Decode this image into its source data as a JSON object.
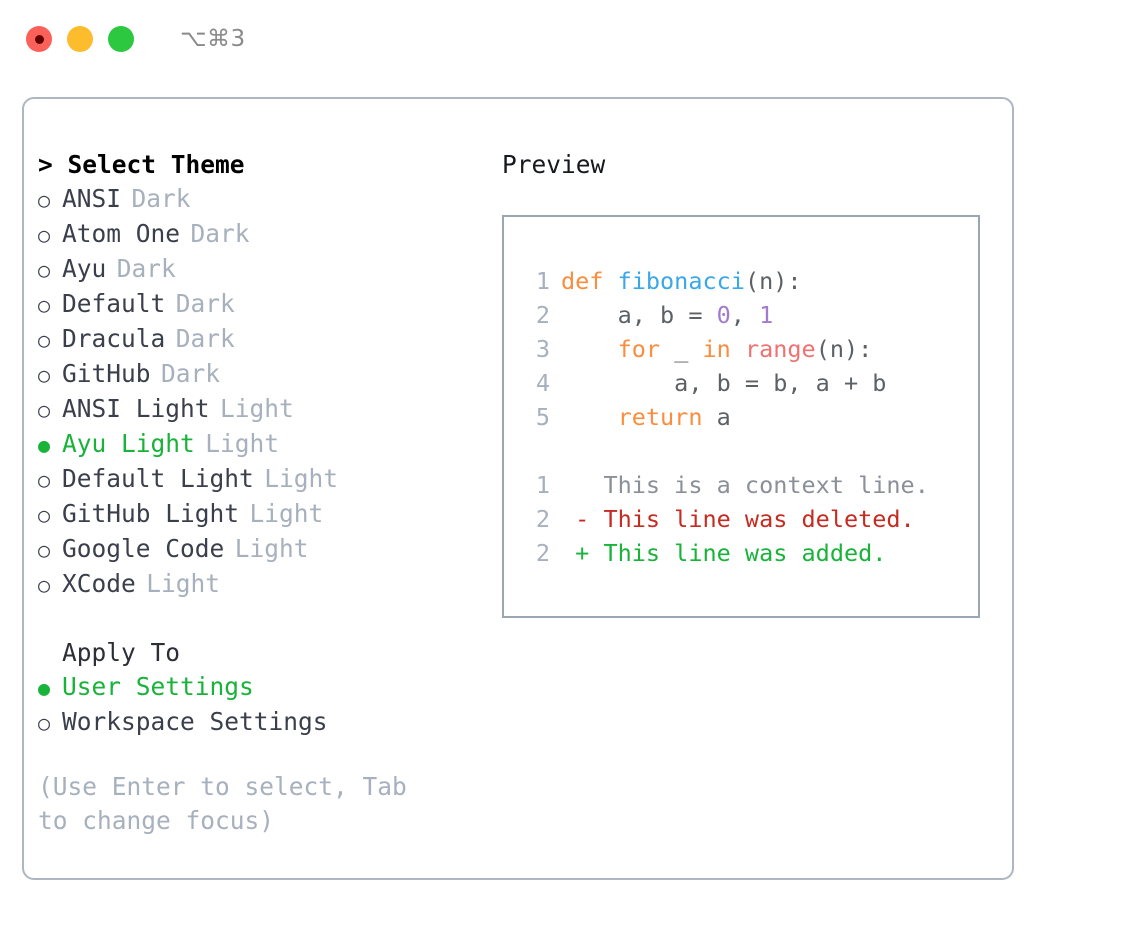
{
  "titlebar": {
    "shortcut": "⌥⌘3",
    "buttons": [
      {
        "name": "close",
        "color": "#fb6059"
      },
      {
        "name": "minimize",
        "color": "#fdbc2e"
      },
      {
        "name": "maximize",
        "color": "#2bc840"
      }
    ]
  },
  "theme_picker": {
    "header": "> Select Theme",
    "markers": {
      "selected": "●",
      "unselected": "○"
    },
    "items": [
      {
        "label": "ANSI",
        "tag": "Dark",
        "selected": false
      },
      {
        "label": "Atom One",
        "tag": "Dark",
        "selected": false
      },
      {
        "label": "Ayu",
        "tag": "Dark",
        "selected": false
      },
      {
        "label": "Default",
        "tag": "Dark",
        "selected": false
      },
      {
        "label": "Dracula",
        "tag": "Dark",
        "selected": false
      },
      {
        "label": "GitHub",
        "tag": "Dark",
        "selected": false
      },
      {
        "label": "ANSI Light",
        "tag": "Light",
        "selected": false
      },
      {
        "label": "Ayu Light",
        "tag": "Light",
        "selected": true
      },
      {
        "label": "Default Light",
        "tag": "Light",
        "selected": false
      },
      {
        "label": "GitHub Light",
        "tag": "Light",
        "selected": false
      },
      {
        "label": "Google Code",
        "tag": "Light",
        "selected": false
      },
      {
        "label": "XCode",
        "tag": "Light",
        "selected": false
      }
    ]
  },
  "apply_to": {
    "header": "Apply To",
    "items": [
      {
        "label": "User Settings",
        "selected": true
      },
      {
        "label": "Workspace Settings",
        "selected": false
      }
    ]
  },
  "hint": "(Use Enter to select, Tab to change focus)",
  "preview": {
    "title": "Preview",
    "code_lines": [
      {
        "num": "1",
        "tokens": [
          {
            "t": "def ",
            "c": "kw"
          },
          {
            "t": "fibonacci",
            "c": "fn"
          },
          {
            "t": "(n):",
            "c": "txt"
          }
        ]
      },
      {
        "num": "2",
        "tokens": [
          {
            "t": "    a, b = ",
            "c": "txt"
          },
          {
            "t": "0",
            "c": "num"
          },
          {
            "t": ", ",
            "c": "txt"
          },
          {
            "t": "1",
            "c": "num"
          }
        ]
      },
      {
        "num": "3",
        "tokens": [
          {
            "t": "    ",
            "c": "txt"
          },
          {
            "t": "for",
            "c": "kw"
          },
          {
            "t": " _ ",
            "c": "txt"
          },
          {
            "t": "in",
            "c": "kw"
          },
          {
            "t": " ",
            "c": "txt"
          },
          {
            "t": "range",
            "c": "call"
          },
          {
            "t": "(n):",
            "c": "txt"
          }
        ]
      },
      {
        "num": "4",
        "tokens": [
          {
            "t": "        a, b = b, a + b",
            "c": "txt"
          }
        ]
      },
      {
        "num": "5",
        "tokens": [
          {
            "t": "    ",
            "c": "txt"
          },
          {
            "t": "return",
            "c": "kw"
          },
          {
            "t": " a",
            "c": "txt"
          }
        ]
      }
    ],
    "diff_lines": [
      {
        "num": "1",
        "marker": " ",
        "text": "This is a context line.",
        "kind": "ctx"
      },
      {
        "num": "2",
        "marker": "-",
        "text": "This line was deleted.",
        "kind": "del"
      },
      {
        "num": "2",
        "marker": "+",
        "text": "This line was added.",
        "kind": "add"
      }
    ]
  },
  "colors": {
    "accent_green": "#19b33a",
    "muted": "#a7b0bd",
    "keyword": "#fa8d3e",
    "function": "#3aa7e8",
    "number": "#a37acc",
    "call": "#f07171",
    "diff_delete": "#c42b21",
    "diff_add": "#19b33a",
    "border": "#adb6c2"
  }
}
